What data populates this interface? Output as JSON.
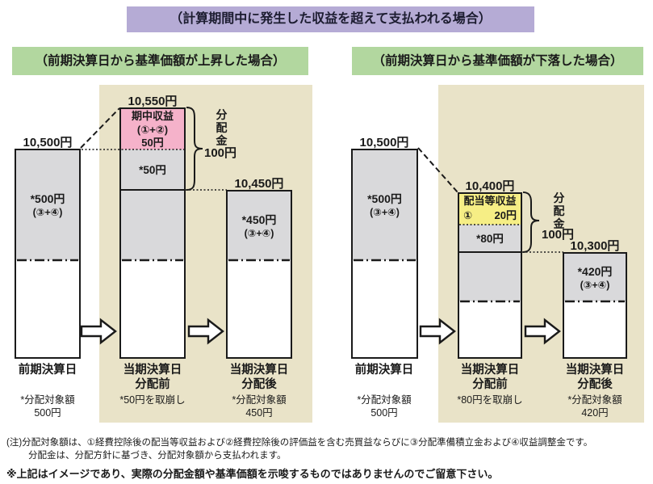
{
  "colors": {
    "purple": "#b5abd5",
    "green": "#b2d79f",
    "beige": "#e9e3c8",
    "gray": "#d9d9db",
    "pink": "#f5b2ca",
    "yellow": "#f6ee85"
  },
  "banner": "（計算期間中に発生した収益を超えて支払われる場合）",
  "left": {
    "header": "（前期決算日から基準価額が上昇した場合）",
    "bar1": {
      "price": "10,500円",
      "amount": "*500円",
      "formula": "(③+④)",
      "axis1": "前期決算日",
      "foot1": "*分配対象額",
      "foot2": "500円"
    },
    "bar2": {
      "price": "10,550円",
      "gain_title": "期中収益",
      "gain_formula": "(①+②)",
      "gain_amount": "50円",
      "carry": "*50円",
      "axis1": "当期決算日",
      "axis2": "分配前",
      "foot1": "*50円を取崩し"
    },
    "bracket": {
      "label": "分配金",
      "amount": "100円"
    },
    "bar3": {
      "price": "10,450円",
      "amount": "*450円",
      "formula": "(③+④)",
      "axis1": "当期決算日",
      "axis2": "分配後",
      "foot1": "*分配対象額",
      "foot2": "450円"
    }
  },
  "right": {
    "header": "（前期決算日から基準価額が下落した場合）",
    "bar1": {
      "price": "10,500円",
      "amount": "*500円",
      "formula": "(③+④)",
      "axis1": "前期決算日",
      "foot1": "*分配対象額",
      "foot2": "500円"
    },
    "bar2": {
      "price": "10,400円",
      "gain_title": "配当等収益",
      "gain_no": "①",
      "gain_amount": "20円",
      "carry": "*80円",
      "axis1": "当期決算日",
      "axis2": "分配前",
      "foot1": "*80円を取崩し"
    },
    "bracket": {
      "label": "分配金",
      "amount": "100円"
    },
    "bar3": {
      "price": "10,300円",
      "amount": "*420円",
      "formula": "(③+④)",
      "axis1": "当期決算日",
      "axis2": "分配後",
      "foot1": "*分配対象額",
      "foot2": "420円"
    }
  },
  "notes": {
    "note1_line1": "(注)分配対象額は、①経費控除後の配当等収益および②経費控除後の評価益を含む売買益ならびに③分配準備積立金および④収益調整金です。",
    "note1_line2": "分配金は、分配方針に基づき、分配対象額から支払われます。",
    "note2": "※上記はイメージであり、実際の分配金額や基準価額を示唆するものではありませんのでご留意下さい。"
  }
}
